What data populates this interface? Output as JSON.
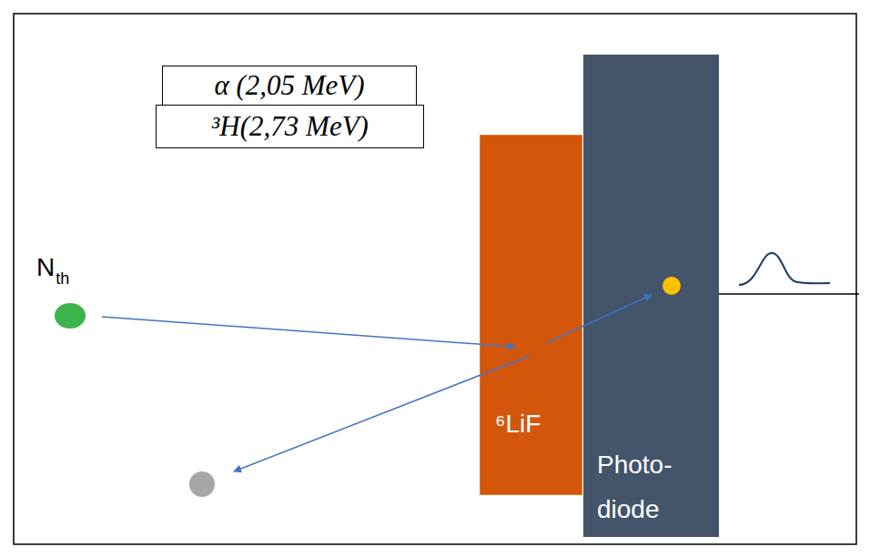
{
  "diagram": {
    "nodes": [
      {
        "text": [
          "α (2,05 MeV)"
        ]
      },
      {
        "text": [
          "³H(2,73 MeV)"
        ]
      },
      {
        "text": [
          "⁶LiF"
        ]
      },
      {
        "text": [
          "Photo- diode"
        ]
      }
    ],
    "labels": [
      "N",
      "th"
    ]
  }
}
